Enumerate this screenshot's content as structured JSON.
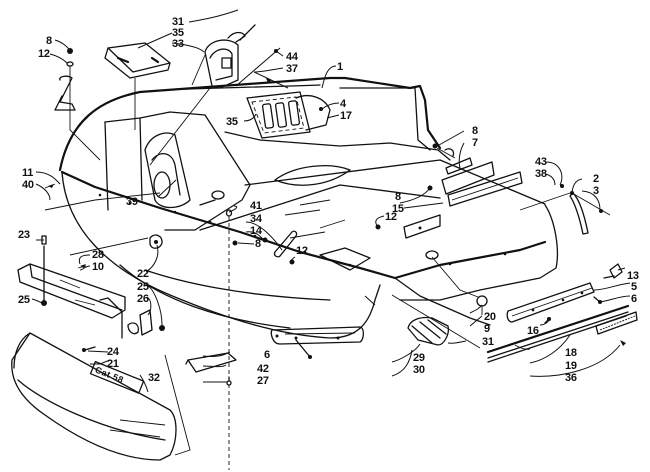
{
  "diagram": {
    "title": "Hood / Belly Pan / Bumper exploded parts view",
    "bumper_decal_text": "Cat 58",
    "callouts": [
      {
        "id": "c31-top",
        "text": "31"
      },
      {
        "id": "c35-top",
        "text": "35"
      },
      {
        "id": "c33",
        "text": "33"
      },
      {
        "id": "c8-topleft",
        "text": "8"
      },
      {
        "id": "c12-topleft",
        "text": "12"
      },
      {
        "id": "c44",
        "text": "44"
      },
      {
        "id": "c37",
        "text": "37"
      },
      {
        "id": "c1",
        "text": "1"
      },
      {
        "id": "c4",
        "text": "4"
      },
      {
        "id": "c17",
        "text": "17"
      },
      {
        "id": "c35-vent",
        "text": "35"
      },
      {
        "id": "c11",
        "text": "11"
      },
      {
        "id": "c40",
        "text": "40"
      },
      {
        "id": "c39",
        "text": "39"
      },
      {
        "id": "c8-right",
        "text": "8"
      },
      {
        "id": "c7",
        "text": "7"
      },
      {
        "id": "c43",
        "text": "43"
      },
      {
        "id": "c38",
        "text": "38"
      },
      {
        "id": "c2",
        "text": "2"
      },
      {
        "id": "c3",
        "text": "3"
      },
      {
        "id": "c8-mid",
        "text": "8"
      },
      {
        "id": "c15",
        "text": "15"
      },
      {
        "id": "c12-mid",
        "text": "12"
      },
      {
        "id": "c41",
        "text": "41"
      },
      {
        "id": "c34",
        "text": "34"
      },
      {
        "id": "c14",
        "text": "14"
      },
      {
        "id": "c8-center",
        "text": "8"
      },
      {
        "id": "c12-center",
        "text": "12"
      },
      {
        "id": "c23",
        "text": "23"
      },
      {
        "id": "c28",
        "text": "28"
      },
      {
        "id": "c10",
        "text": "10"
      },
      {
        "id": "c22",
        "text": "22"
      },
      {
        "id": "c25-right",
        "text": "25"
      },
      {
        "id": "c26",
        "text": "26"
      },
      {
        "id": "c25-left",
        "text": "25"
      },
      {
        "id": "c24",
        "text": "24"
      },
      {
        "id": "c21",
        "text": "21"
      },
      {
        "id": "c32",
        "text": "32"
      },
      {
        "id": "c6-bottom",
        "text": "6"
      },
      {
        "id": "c42",
        "text": "42"
      },
      {
        "id": "c27",
        "text": "27"
      },
      {
        "id": "c20",
        "text": "20"
      },
      {
        "id": "c9",
        "text": "9"
      },
      {
        "id": "c31-bottom",
        "text": "31"
      },
      {
        "id": "c29",
        "text": "29"
      },
      {
        "id": "c30",
        "text": "30"
      },
      {
        "id": "c13",
        "text": "13"
      },
      {
        "id": "c5",
        "text": "5"
      },
      {
        "id": "c6-right",
        "text": "6"
      },
      {
        "id": "c16",
        "text": "16"
      },
      {
        "id": "c18",
        "text": "18"
      },
      {
        "id": "c19",
        "text": "19"
      },
      {
        "id": "c36",
        "text": "36"
      }
    ]
  }
}
